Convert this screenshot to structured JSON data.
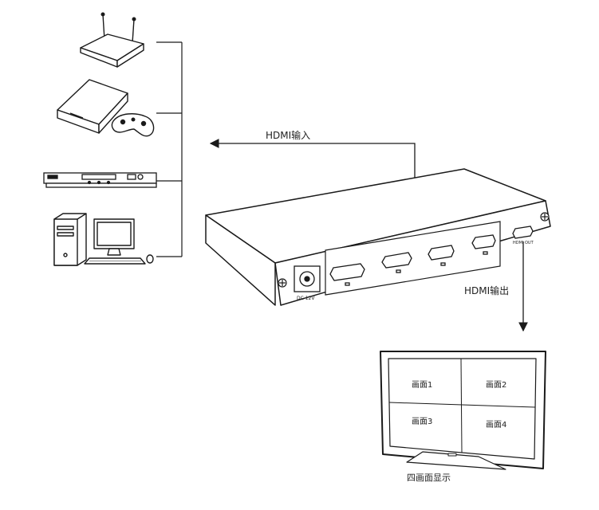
{
  "labels": {
    "hdmi_in": "HDMI输入",
    "hdmi_out": "HDMI输出",
    "dc_port": "DC 12V",
    "hdmi_out_port": "HDMI OUT",
    "quad_1": "画面1",
    "quad_2": "画面2",
    "quad_3": "画面3",
    "quad_4": "画面4",
    "tv_caption": "四画面显示"
  },
  "input_devices": [
    "router-icon",
    "game-console-icon",
    "dvd-player-icon",
    "desktop-computer-icon"
  ],
  "colors": {
    "line": "#1a1a1a",
    "background": "#ffffff"
  }
}
